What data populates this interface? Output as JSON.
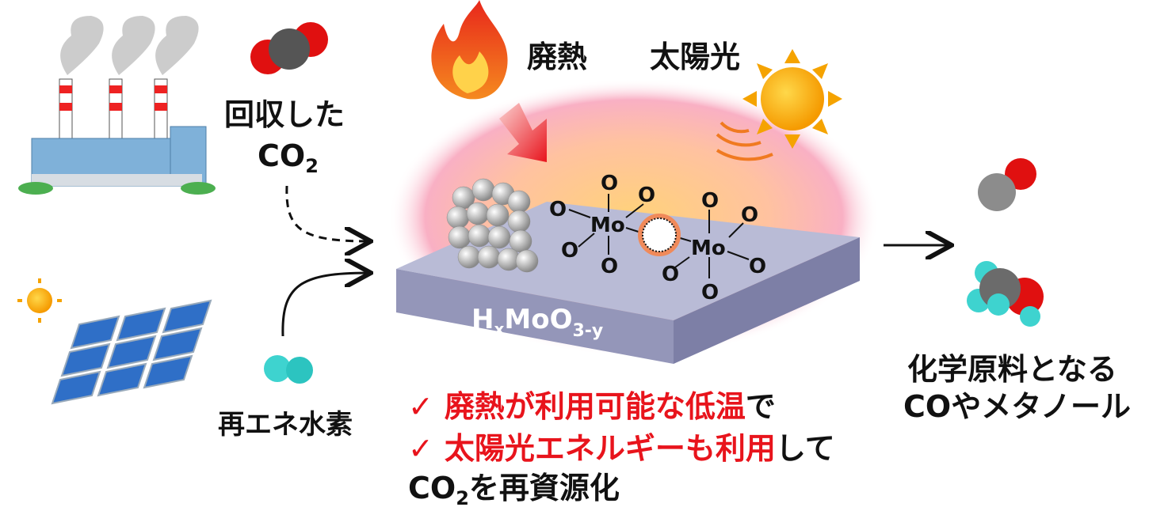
{
  "left": {
    "co2_label_line1": "回収した",
    "co2_label_co": "CO",
    "co2_label_sub": "2",
    "hydrogen_label": "再エネ水素"
  },
  "top": {
    "waste_heat": "廃熱",
    "sunlight": "太陽光"
  },
  "catalyst": {
    "formula_main": "H",
    "formula_x": "x",
    "formula_mid": "MoO",
    "formula_sub": "3-y",
    "metal": "Mo",
    "oxygen": "O"
  },
  "bullets": [
    {
      "check": "✓",
      "red": "廃熱が利用可能な低温",
      "black": "で"
    },
    {
      "check": "✓",
      "red": "太陽光エネルギーも利用",
      "black": "して"
    }
  ],
  "conclusion": {
    "co": "CO",
    "sub": "2",
    "rest": "を再資源化"
  },
  "products": {
    "line1": "化学原料となる",
    "line2": "COやメタノール"
  },
  "colors": {
    "accent_red": "#e8141c",
    "slab": "#a9abc9",
    "glow": "#f7a8b8"
  }
}
